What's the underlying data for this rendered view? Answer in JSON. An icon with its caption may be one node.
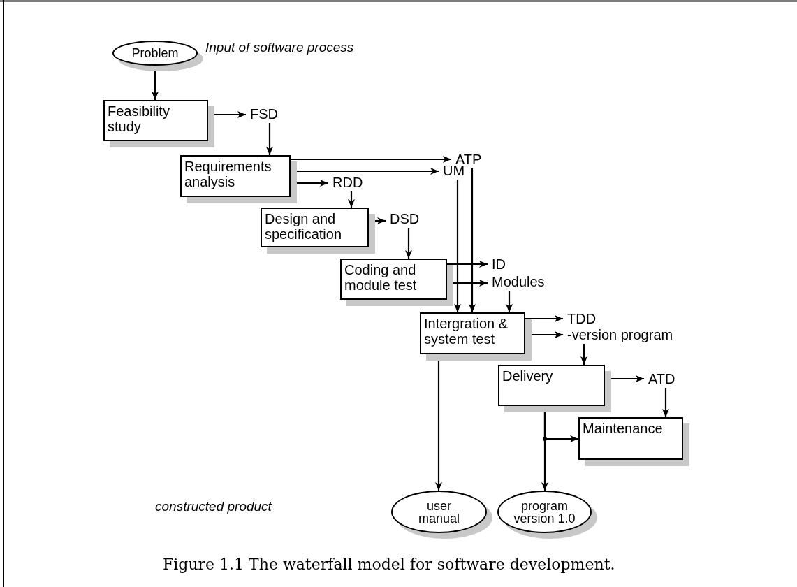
{
  "diagram": {
    "caption": "Figure 1.1 The waterfall model for software development.",
    "nodes": [
      {
        "text": [
          "Problem"
        ]
      },
      {
        "text": [
          "Feasibility study"
        ]
      },
      {
        "text": [
          "FSD"
        ]
      },
      {
        "text": [
          "Requirements analysis"
        ]
      },
      {
        "text": [
          "ATP"
        ]
      },
      {
        "text": [
          "UM"
        ]
      },
      {
        "text": [
          "RDD"
        ]
      },
      {
        "text": [
          "Design and specification"
        ]
      },
      {
        "text": [
          "DSD"
        ]
      },
      {
        "text": [
          "Coding and module test"
        ]
      },
      {
        "text": [
          "ID"
        ]
      },
      {
        "text": [
          "Modules"
        ]
      },
      {
        "text": [
          "Intergration & system test"
        ]
      },
      {
        "text": [
          "TDD"
        ]
      },
      {
        "text": [
          "-version program"
        ]
      },
      {
        "text": [
          "Delivery"
        ]
      },
      {
        "text": [
          "ATD"
        ]
      },
      {
        "text": [
          "Maintenance"
        ]
      },
      {
        "text": [
          "user manual"
        ]
      },
      {
        "text": [
          "program version 1.0"
        ]
      }
    ],
    "edges": [
      {
        "from": 0,
        "to": 1,
        "arrow": "to"
      },
      {
        "from": 1,
        "to": 2,
        "arrow": "to"
      },
      {
        "from": 2,
        "to": 3,
        "arrow": "to"
      },
      {
        "from": 3,
        "to": 4,
        "arrow": "to"
      },
      {
        "from": 3,
        "to": 5,
        "arrow": "to"
      },
      {
        "from": 3,
        "to": 6,
        "arrow": "to"
      },
      {
        "from": 6,
        "to": 7,
        "arrow": "to"
      },
      {
        "from": 7,
        "to": 8,
        "arrow": "to"
      },
      {
        "from": 8,
        "to": 9,
        "arrow": "to"
      },
      {
        "from": 5,
        "to": 12,
        "arrow": "to"
      },
      {
        "from": 4,
        "to": 12,
        "arrow": "to"
      },
      {
        "from": 9,
        "to": 10,
        "arrow": "to"
      },
      {
        "from": 9,
        "to": 11,
        "arrow": "to"
      },
      {
        "from": 11,
        "to": 12,
        "arrow": "to"
      },
      {
        "from": 12,
        "to": 13,
        "arrow": "to"
      },
      {
        "from": 12,
        "to": 14,
        "arrow": "to"
      },
      {
        "from": 14,
        "to": 15,
        "arrow": "to"
      },
      {
        "from": 15,
        "to": 16,
        "arrow": "to"
      },
      {
        "from": 16,
        "to": 17,
        "arrow": "to"
      },
      {
        "from": 12,
        "to": 18,
        "arrow": "to"
      },
      {
        "from": 15,
        "to": 19,
        "arrow": "to"
      },
      {
        "from": 15,
        "to": 17,
        "arrow": "to"
      }
    ],
    "labels": [
      "Input of software process",
      "constructed product"
    ]
  }
}
